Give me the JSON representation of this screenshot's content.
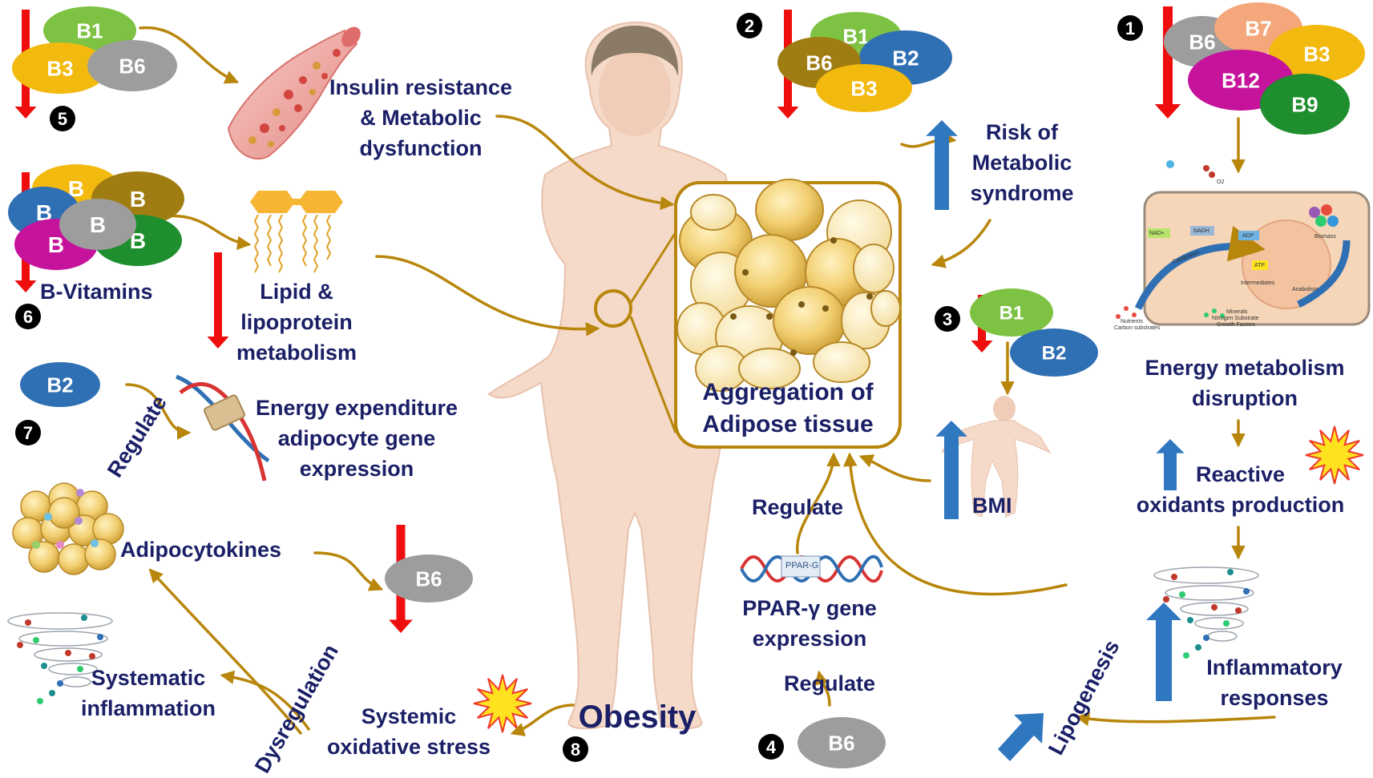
{
  "center": {
    "title_line1": "Aggregation of",
    "title_line2": "Adipose tissue"
  },
  "insulin": {
    "line1": "Insulin resistance",
    "line2": "& Metabolic",
    "line3": "dysfunction"
  },
  "lipid": {
    "line1": "Lipid &",
    "line2": "lipoprotein",
    "line3": "metabolism"
  },
  "bvit": {
    "label": "B-Vitamins",
    "oval_letter": "B"
  },
  "energy_exp": {
    "line1": "Energy expenditure",
    "line2": "adipocyte gene",
    "line3": "expression",
    "regulate": "Regulate"
  },
  "adipocytokines": {
    "label": "Adipocytokines"
  },
  "sys_inflam": {
    "line1": "Systematic",
    "line2": "inflammation"
  },
  "dysregulation": {
    "label": "Dysregulation"
  },
  "sys_ox": {
    "line1": "Systemic",
    "line2": "oxidative stress"
  },
  "obesity": {
    "label": "Obesity"
  },
  "ppar": {
    "regulate_top": "Regulate",
    "line1": "PPAR-γ gene",
    "line2": "expression",
    "regulate_bottom": "Regulate",
    "dna_tag": "PPAR-G"
  },
  "risk": {
    "line1": "Risk of",
    "line2": "Metabolic",
    "line3": "syndrome"
  },
  "bmi": {
    "label": "BMI"
  },
  "energy_met": {
    "line1": "Energy metabolism",
    "line2": "disruption"
  },
  "reactive": {
    "line1": "Reactive",
    "line2": "oxidants production"
  },
  "inflam_resp": {
    "line1": "Inflammatory",
    "line2": "responses"
  },
  "lipogenesis": {
    "label": "Lipogenesis"
  },
  "cell_labels": {
    "nad": "NAD+",
    "nadh": "NADH",
    "adp": "ADP",
    "atp": "ATP",
    "catabolism": "Catabolism",
    "anabolism": "Anabolism",
    "intermediates": "Intermediates",
    "biomass": "Biomass",
    "nutrients": "Nutrients",
    "carbon": "Carbon substrates",
    "minerals": "Minerals",
    "nitrogen": "Nitrogen Substrate",
    "growth": "Growth Factors",
    "o2": "O2"
  },
  "numbers": {
    "n1": "1",
    "n2": "2",
    "n3": "3",
    "n4": "4",
    "n5": "5",
    "n6": "6",
    "n7": "7",
    "n8": "8"
  },
  "vitamins": {
    "group1": [
      "B6",
      "B7",
      "B3",
      "B12",
      "B9"
    ],
    "group2": [
      "B1",
      "B6",
      "B2",
      "B3"
    ],
    "group3": [
      "B1",
      "B2"
    ],
    "group4": [
      "B6"
    ],
    "group5": [
      "B1",
      "B3",
      "B6"
    ],
    "group7": [
      "B2"
    ],
    "group8": [
      "B6"
    ]
  },
  "colors": {
    "text": "#1a1f66",
    "arrow": "#b8860b",
    "down_arrow": "#ee0e0e",
    "up_arrow": "#2f77bf",
    "body": "#f5d9c9",
    "fat": "#f0c96a",
    "b1": "#7dc242",
    "b2": "#2f6fb3",
    "b3": "#f2b90f",
    "b6": "#9d9d9d",
    "b7": "#f4a77a",
    "b9": "#1e8e2e",
    "b12": "#c6139b",
    "b6brown": "#a07d12"
  }
}
